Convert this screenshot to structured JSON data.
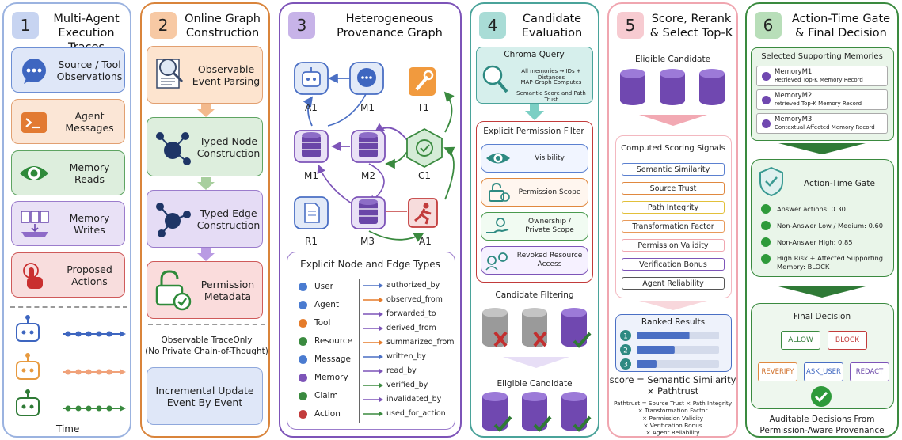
{
  "p1": {
    "num": "1",
    "title_1": "Multi-Agent",
    "title_2": "Execution Traces",
    "items": [
      {
        "l1": "Source / Tool",
        "l2": "Observations"
      },
      {
        "l1": "Agent",
        "l2": "Messages"
      },
      {
        "l1": "Memory",
        "l2": "Reads"
      },
      {
        "l1": "Memory",
        "l2": "Writes"
      },
      {
        "l1": "Proposed",
        "l2": "Actions"
      }
    ],
    "time_label": "Time"
  },
  "p2": {
    "num": "2",
    "title_1": "Online Graph",
    "title_2": "Construction",
    "steps": [
      {
        "l1": "Observable",
        "l2": "Event Parsing"
      },
      {
        "l1": "Typed Node",
        "l2": "Construction"
      },
      {
        "l1": "Typed Edge",
        "l2": "Construction"
      },
      {
        "l1": "Permission",
        "l2": "Metadata"
      }
    ],
    "note_1": "Observable TraceOnly",
    "note_2": "(No Private Chain-of-Thought)",
    "incr_1": "Incremental Update",
    "incr_2": "Event By Event"
  },
  "p3": {
    "num": "3",
    "title_1": "Heterogeneous",
    "title_2": "Provenance Graph",
    "nodes": {
      "a1": "A1",
      "m1": "M1",
      "t1": "T1",
      "m1b": "M1",
      "m2": "M2",
      "c1": "C1",
      "r1": "R1",
      "m3": "M3",
      "a1b": "A1"
    },
    "types_title": "Explicit Node and Edge Types",
    "node_types": [
      "User",
      "Agent",
      "Tool",
      "Resource",
      "Message",
      "Memory",
      "Claim",
      "Action"
    ],
    "edge_types": [
      "authorized_by",
      "observed_from",
      "forwarded_to",
      "derived_from",
      "summarized_from",
      "written_by",
      "read_by",
      "verified_by",
      "invalidated_by",
      "used_for_action"
    ]
  },
  "p4": {
    "num": "4",
    "title_1": "Candidate",
    "title_2": "Evaluation",
    "chroma_title": "Chroma Query",
    "chroma_lines": [
      "All memories → IDs + Distances",
      "MAP-Graph Computes",
      "Semantic Score and Path Trust"
    ],
    "filter_title": "Explicit Permission Filter",
    "filters": [
      {
        "l1": "Visibility",
        "l2": ""
      },
      {
        "l1": "Permission Scope",
        "l2": ""
      },
      {
        "l1": "Ownership /",
        "l2": "Private Scope"
      },
      {
        "l1": "Revoked Resource",
        "l2": "Access"
      }
    ],
    "cand_filter": "Candidate Filtering",
    "eligible": "Eligible Candidate"
  },
  "p5": {
    "num": "5",
    "title_1": "Score, Rerank",
    "title_2": "& Select Top-K",
    "eligible": "Eligible Candidate",
    "signals_title": "Computed Scoring Signals",
    "signals": [
      "Semantic Similarity",
      "Source Trust",
      "Path Integrity",
      "Transformation Factor",
      "Permission Validity",
      "Verification Bonus",
      "Agent Reliability"
    ],
    "ranked_title": "Ranked Results",
    "ranks": [
      {
        "n": "1",
        "v": 0.64
      },
      {
        "n": "2",
        "v": 0.46
      },
      {
        "n": "3",
        "v": 0.24
      }
    ],
    "score_1": "score = Semantic Similarity",
    "score_2": "× Pathtrust",
    "path_lines": [
      "Pathtrust = Source Trust × Path Integrity",
      "× Transformation Factor",
      "× Permission Validity",
      "× Verification Bonus",
      "× Agent Reliability"
    ]
  },
  "p6": {
    "num": "6",
    "title_1": "Action-Time Gate",
    "title_2": "& Final Decision",
    "mem_title": "Selected Supporting Memories",
    "mems": [
      {
        "name": "MemoryM1",
        "desc": "Retrieved Top-K Memory Record"
      },
      {
        "name": "MemoryM2",
        "desc": "retrieved Top-K Memory Record"
      },
      {
        "name": "MemoryM3",
        "desc": "Contextual Affected Memory Record"
      }
    ],
    "gate_title": "Action-Time Gate",
    "gate_lines": [
      "Answer actions: 0.30",
      "Non-Answer Low / Medium: 0.60",
      "Non-Answer High: 0.85",
      "High Risk + Affected Supporting",
      "Memory: BLOCK"
    ],
    "final_title": "Final Decision",
    "decisions": [
      "ALLOW",
      "BLOCK",
      "REVERIFY",
      "ASK_USER",
      "REDACT"
    ],
    "foot_1": "Auditable Decisions From",
    "foot_2": "Permission-Aware Provenance"
  },
  "colors": {
    "blue": "#4a6fc4",
    "orange": "#d9772b",
    "green": "#3a8a3f",
    "purple": "#7d54b8",
    "red": "#c23b3b",
    "teal": "#3a9a92",
    "pink": "#e58a97",
    "darkgreen": "#2f7a36"
  }
}
